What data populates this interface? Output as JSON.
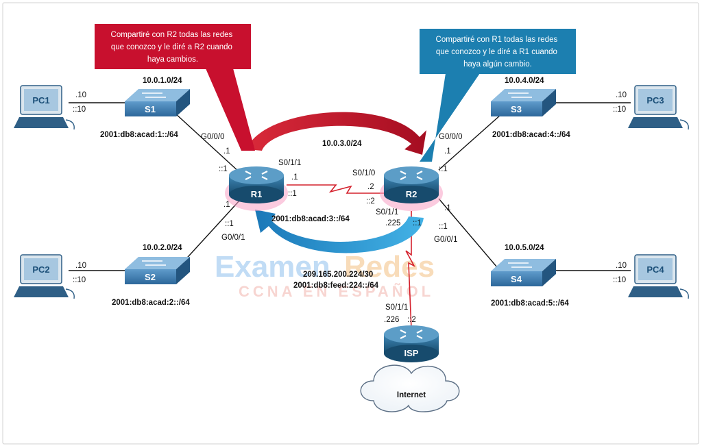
{
  "colors": {
    "red_callout": "#c8102e",
    "blue_callout": "#1c7fb0",
    "router_body": "#1e5f86",
    "router_glow": "#f7a1c4",
    "switch_body": "#3b7bb0",
    "serial_link": "#d4202c",
    "arrow_red": "#c8102e",
    "arrow_blue": "#1a8ccf"
  },
  "callouts": {
    "r1": "Compartiré con R2 todas las redes|que conozco y le diré a R2 cuando|haya cambios.",
    "r2": "Compartiré con R1 todas las redes|que conozco y le diré a R1 cuando|haya algún cambio."
  },
  "devices": {
    "r1": "R1",
    "r2": "R2",
    "isp": "ISP",
    "s1": "S1",
    "s2": "S2",
    "s3": "S3",
    "s4": "S4",
    "pc1": "PC1",
    "pc2": "PC2",
    "pc3": "PC3",
    "pc4": "PC4",
    "cloud": "Internet"
  },
  "networks": {
    "lan1_v4": "10.0.1.0/24",
    "lan1_v6": "2001:db8:acad:1::/64",
    "lan2_v4": "10.0.2.0/24",
    "lan2_v6": "2001:db8:acad:2::/64",
    "wan_v4": "10.0.3.0/24",
    "wan_v6": "2001:db8:acad:3::/64",
    "lan4_v4": "10.0.4.0/24",
    "lan4_v6": "2001:db8:acad:4::/64",
    "lan5_v4": "10.0.5.0/24",
    "lan5_v6": "2001:db8:acad:5::/64",
    "isp_v4": "209.165.200.224/30",
    "isp_v6": "2001:db8:feed:224::/64"
  },
  "interfaces": {
    "r1_g000": "G0/0/0",
    "r1_g001": "G0/0/1",
    "r1_s011": "S0/1/1",
    "r2_g000": "G0/0/0",
    "r2_g001": "G0/0/1",
    "r2_s010": "S0/1/0",
    "r2_s011": "S0/1/1",
    "isp_s011": "S0/1/1"
  },
  "hosts": {
    "pc1_v4": ".10",
    "pc1_v6": "::10",
    "pc2_v4": ".10",
    "pc2_v6": "::10",
    "pc3_v4": ".10",
    "pc3_v6": "::10",
    "pc4_v4": ".10",
    "pc4_v6": "::10",
    "r1_g000_v4": ".1",
    "r1_g000_v6": "::1",
    "r1_g001_v4": ".1",
    "r1_g001_v6": "::1",
    "r1_s011_v4": ".1",
    "r1_s011_v6": "::1",
    "r2_s010_v4": ".2",
    "r2_s010_v6": "::2",
    "r2_g000_v4": ".1",
    "r2_g000_v6": "::1",
    "r2_g001_v4": ".1",
    "r2_g001_v6": "::1",
    "r2_s011_v4": ".225",
    "r2_s011_v6": "::1",
    "isp_v4": ".226",
    "isp_v6": "::2"
  },
  "watermark": {
    "line1_a": "Examen",
    "line1_b": "Redes",
    "line2": "CCNA EN ESPAÑOL"
  }
}
